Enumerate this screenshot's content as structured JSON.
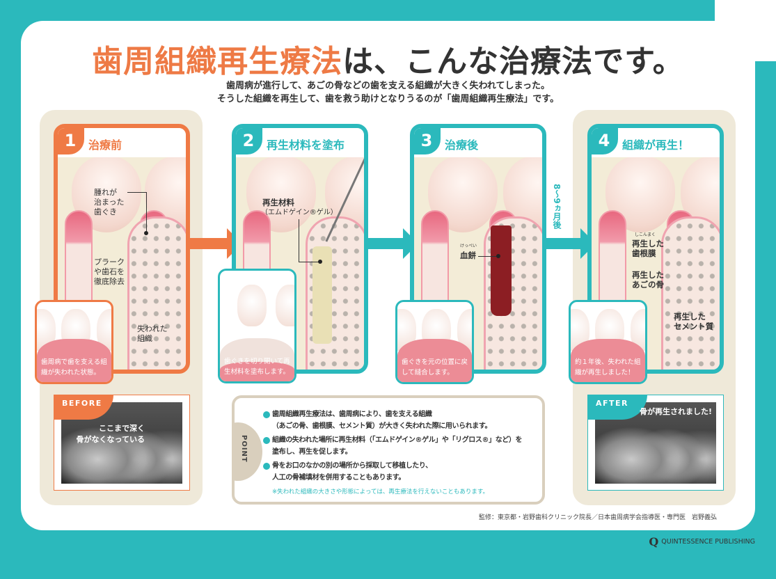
{
  "title": {
    "accent": "歯周組織再生療法",
    "rest": "は、こんな治療法です。"
  },
  "subtitle": [
    "歯周病が進行して、あごの骨などの歯を支える組織が大きく失われてしまった。",
    "そうした組織を再生して、歯を救う助けとなりうるのが「歯周組織再生療法」です。"
  ],
  "steps": [
    {
      "num": "1",
      "title": "治療前",
      "labels": [
        "腫れが\n治まった\n歯ぐき",
        "プラーク\nや歯石を\n徹底除去",
        "失われた\n組織"
      ],
      "caption": "歯周病で歯を支える組織が失われた状態。"
    },
    {
      "num": "2",
      "title": "再生材料を塗布",
      "labels": [
        "再生材料",
        "（エムドゲイン®ゲル）"
      ],
      "caption": "歯ぐきを切り開いて再生材料を塗布します。"
    },
    {
      "num": "3",
      "title": "治療後",
      "labels": [
        "血餅",
        "けっぺい"
      ],
      "caption": "歯ぐきを元の位置に戻して縫合します。"
    },
    {
      "num": "4",
      "title": "組織が再生！",
      "labels": [
        "再生した\n歯根膜",
        "再生した\nあごの骨",
        "再生した\nセメント質",
        "しこんまく"
      ],
      "caption": "約１年後、失われた組織が再生しました！"
    }
  ],
  "interval": "8〜9ヵ月後",
  "before": {
    "tag": "BEFORE",
    "text": "ここまで深く\n骨がなくなっている"
  },
  "after": {
    "tag": "AFTER",
    "text": "骨が再生されました!"
  },
  "point": {
    "tab": "POINT",
    "items": [
      [
        "歯周組織再生療法は、歯周病により、歯を支える組織",
        "（あごの骨、歯根膜、セメント質）が大きく失われた際に用いられます。"
      ],
      [
        "組織の失われた場所に再生材料（「エムドゲイン®ゲル」や「リグロス®」など）を",
        "塗布し、再生を促します。"
      ],
      [
        "骨をお口のなかの別の場所から採取して移植したり、",
        "人工の骨補填材を併用することもあります。"
      ]
    ],
    "note": "※失われた組織の大きさや形態によっては、再生療法を行えないこともあります。"
  },
  "credit": "監修：東京都・岩野歯科クリニック院長／日本歯周病学会指導医・専門医　岩野義弘",
  "publisher": "QUINTESSENCE PUBLISHING",
  "colors": {
    "teal": "#2bb9bc",
    "orange": "#ef7a45",
    "beige": "#efe9d9"
  }
}
